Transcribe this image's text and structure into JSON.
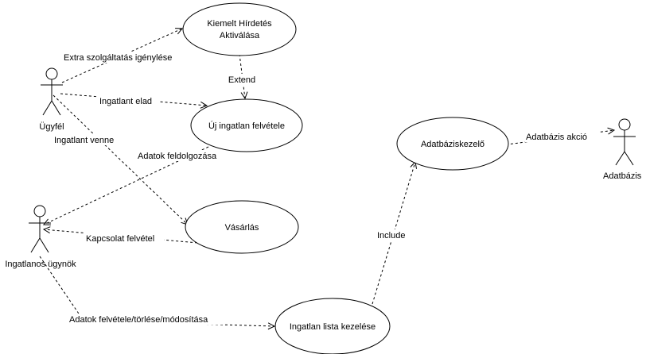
{
  "colors": {
    "stroke": "#000000",
    "background": "#ffffff",
    "text": "#000000"
  },
  "actors": {
    "ugyfel": "Ügyfél",
    "ugynok": "Ingatlanos ügynök",
    "adatbazis": "Adatbázis"
  },
  "usecases": {
    "kiemelt": [
      "Kiemelt Hírdetés",
      "Aktiválása"
    ],
    "uj_ingatlan": "Új ingatlan felvétele",
    "vasarlas": "Vásárlás",
    "adatbaziskezelo": "Adatbáziskezelő",
    "lista_kezelese": "Ingatlan lista kezelése"
  },
  "relations": {
    "extra": "Extra szolgáltatás igénylése",
    "extend": "Extend",
    "elad": "Ingatlant elad",
    "venne": "Ingatlant venne",
    "feldolgozasa": "Adatok feldolgozása",
    "kapcsolat": "Kapcsolat felvétel",
    "include": "Include",
    "akcio": "Adatbázis akció",
    "felvetele": "Adatok felvétele/törlése/módosítása"
  }
}
